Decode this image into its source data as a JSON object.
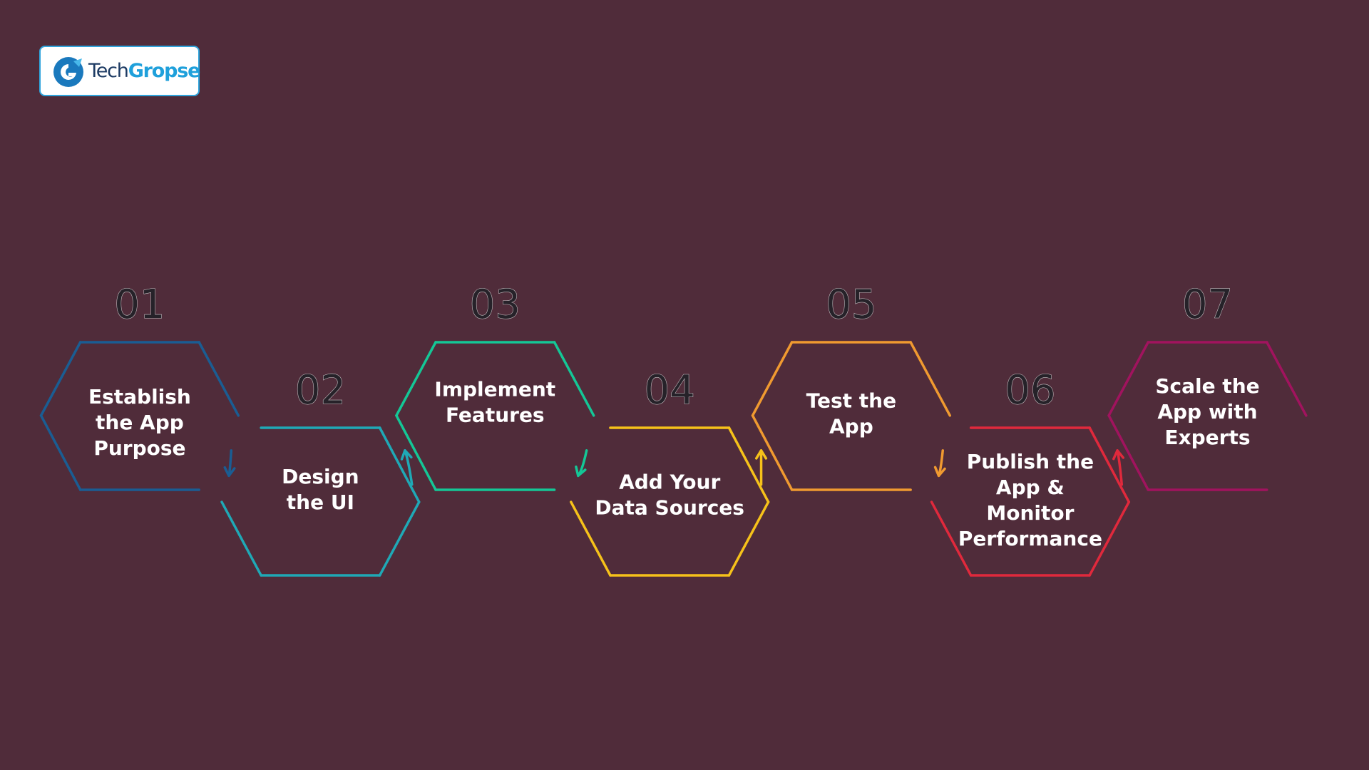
{
  "logo": {
    "mark": "G",
    "word_1": "Tech",
    "word_2": "Gropse",
    "icon": "g-logo-icon"
  },
  "colors": {
    "background": "#502c3a",
    "logo_border": "#2fa4dc"
  },
  "steps": [
    {
      "number": "01",
      "lines": [
        "Establish",
        "the App",
        "Purpose"
      ],
      "color": "#1a5d93"
    },
    {
      "number": "02",
      "lines": [
        "Design",
        "the UI"
      ],
      "color": "#1fa9b6"
    },
    {
      "number": "03",
      "lines": [
        "Implement",
        "Features"
      ],
      "color": "#14c796"
    },
    {
      "number": "04",
      "lines": [
        "Add Your",
        "Data Sources"
      ],
      "color": "#f6c21a"
    },
    {
      "number": "05",
      "lines": [
        "Test the",
        "App"
      ],
      "color": "#f09a30"
    },
    {
      "number": "06",
      "lines": [
        "Publish the",
        "App &",
        "Monitor",
        "Performance"
      ],
      "color": "#e0293c"
    },
    {
      "number": "07",
      "lines": [
        "Scale the",
        "App with",
        "Experts"
      ],
      "color": "#a1135e"
    }
  ]
}
